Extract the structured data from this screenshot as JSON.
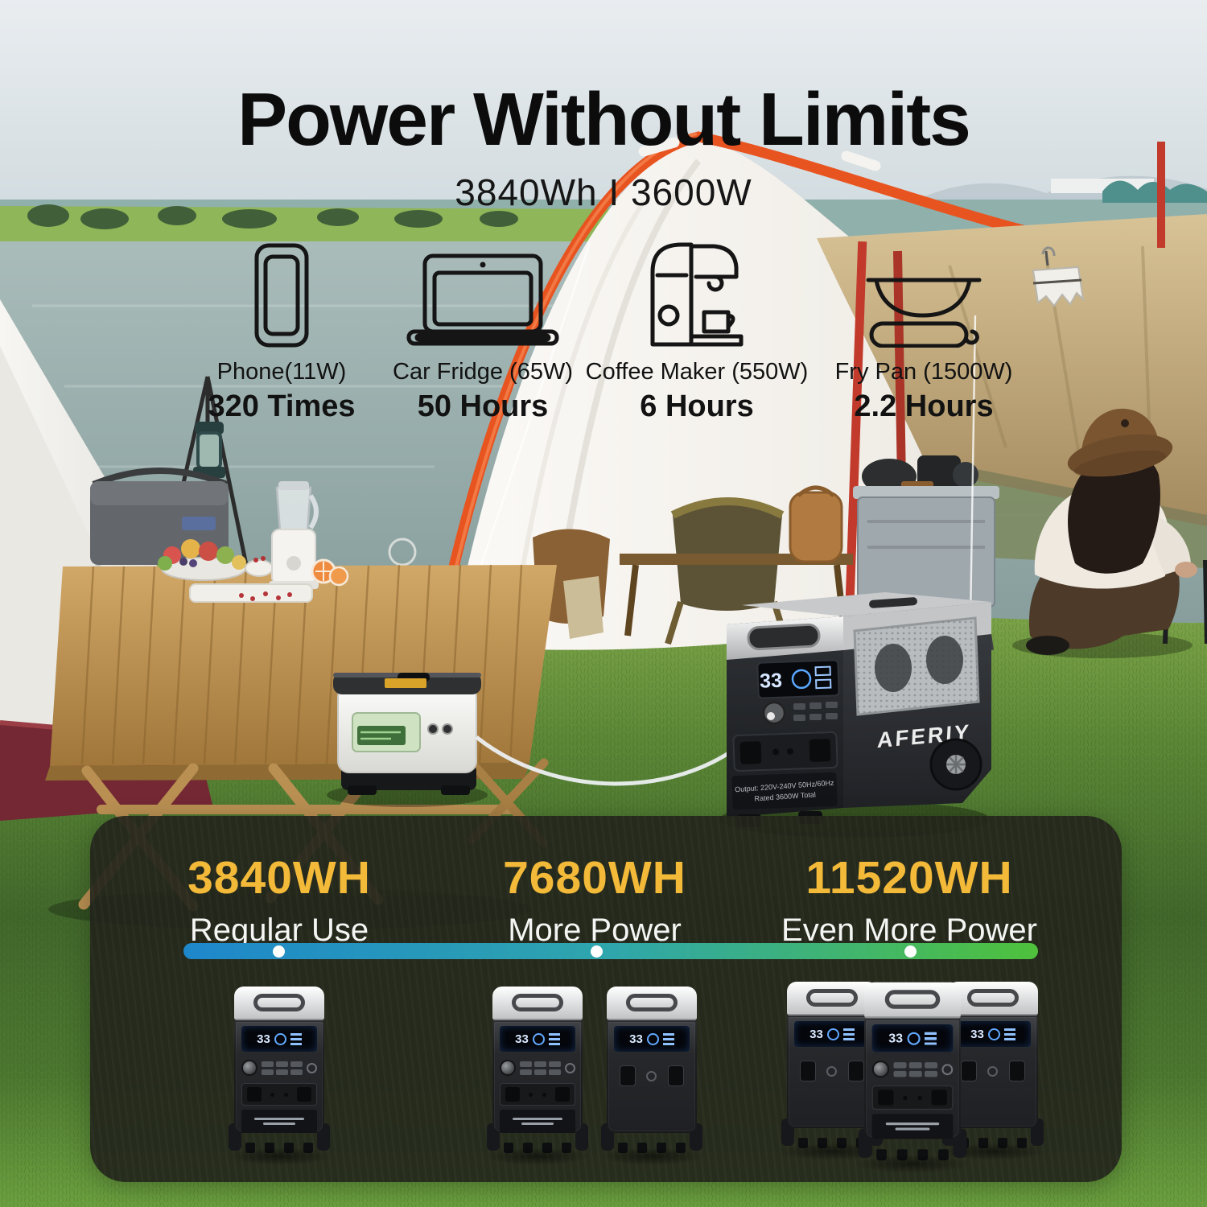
{
  "page": {
    "title": "Power Without Limits",
    "subtitle": "3840Wh Ι 3600W"
  },
  "appliances": [
    {
      "icon": "phone-icon",
      "label": "Phone(11W)",
      "value": "320 Times"
    },
    {
      "icon": "car-fridge-icon",
      "label": "Car Fridge (65W)",
      "value": "50 Hours"
    },
    {
      "icon": "coffee-maker-icon",
      "label": "Coffee Maker (550W)",
      "value": "6 Hours"
    },
    {
      "icon": "fry-pan-icon",
      "label": "Fry Pan (1500W)",
      "value": "2.2 Hours"
    }
  ],
  "options": [
    {
      "capacity": "3840WH",
      "label": "Regular Use",
      "units": [
        "main"
      ]
    },
    {
      "capacity": "7680WH",
      "label": "More Power",
      "units": [
        "main",
        "battery"
      ]
    },
    {
      "capacity": "11520WH",
      "label": "Even More Power",
      "units": [
        "battery",
        "main",
        "battery"
      ]
    }
  ],
  "product": {
    "brand": "AFERIY",
    "display_value": "33",
    "spec_line1": "Output: 220V-240V 50Hz/60Hz",
    "spec_line2": "Rated 3600W Total"
  },
  "colors": {
    "accent_yellow": "#F3B939",
    "bar_start": "#1E87CB",
    "bar_mid": "#2FA6AC",
    "bar_end": "#4FC13C",
    "arc_orange": "#E85420"
  }
}
